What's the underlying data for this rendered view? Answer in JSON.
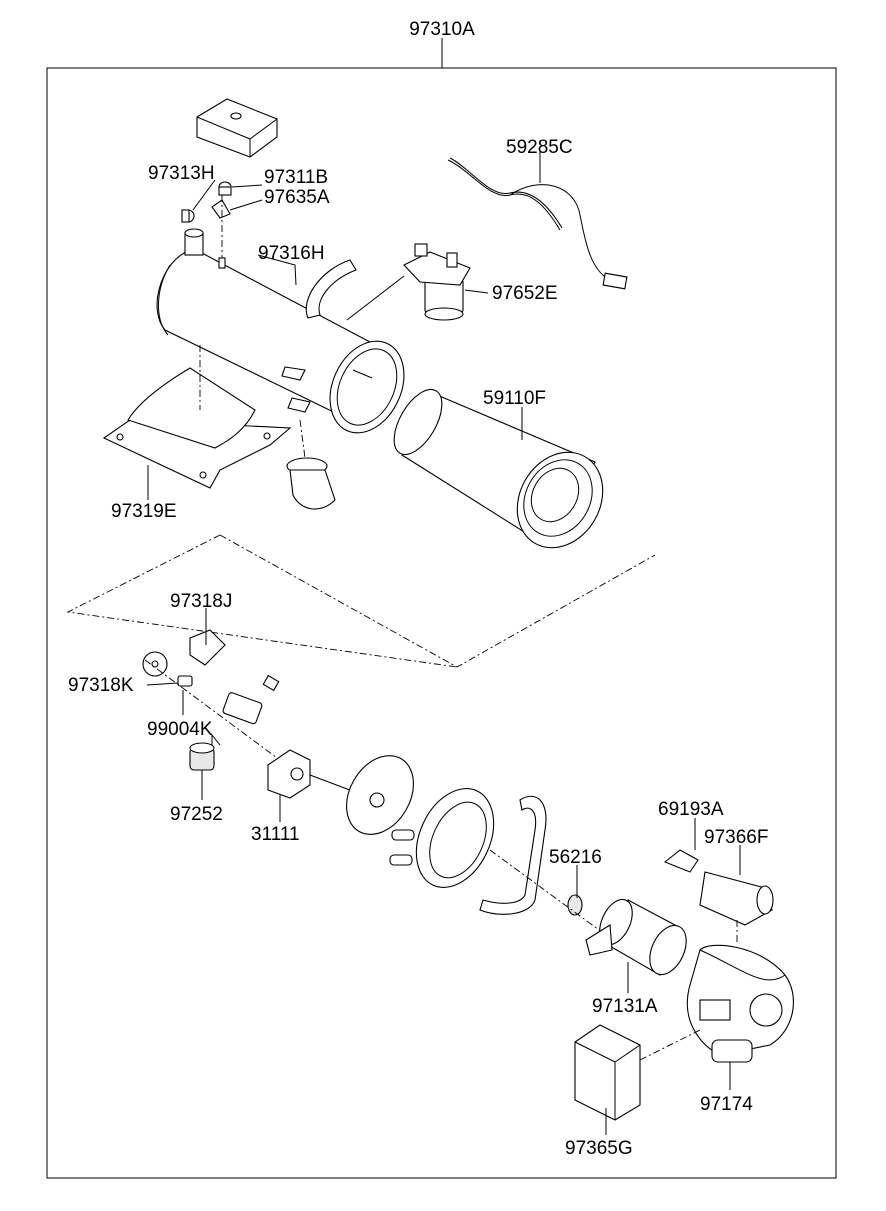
{
  "diagram": {
    "assembly_label": "97310A",
    "parts": {
      "p59285C": "59285C",
      "p97313H": "97313H",
      "p97311B": "97311B",
      "p97635A": "97635A",
      "p97316H": "97316H",
      "p97652E": "97652E",
      "p59110F": "59110F",
      "p97319E": "97319E",
      "p97318J": "97318J",
      "p97318K": "97318K",
      "p99004K": "99004K",
      "p97252": "97252",
      "p31111": "31111",
      "p69193A": "69193A",
      "p97366F": "97366F",
      "p56216": "56216",
      "p97131A": "97131A",
      "p97174": "97174",
      "p97365G": "97365G"
    }
  }
}
